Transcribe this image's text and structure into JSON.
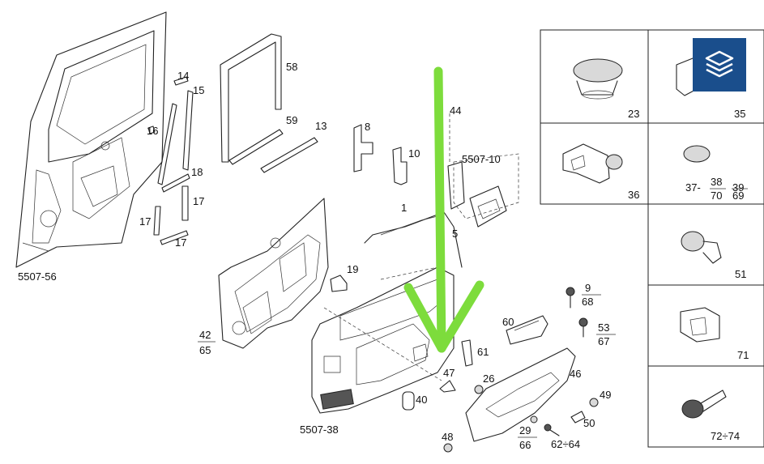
{
  "diagram": {
    "callouts": {
      "c14": "14",
      "c15": "15",
      "c16": "16",
      "c17a": "17",
      "c17b": "17",
      "c17c": "17",
      "c18": "18",
      "c58": "58",
      "c59": "59",
      "c13": "13",
      "c8": "8",
      "c10": "10",
      "c44": "44",
      "c1": "1",
      "c5": "5",
      "c19": "19",
      "c61": "61",
      "c47": "47",
      "c40": "40",
      "c26": "26",
      "c60": "60",
      "c46": "46",
      "c48": "48",
      "c49": "49",
      "c50": "50",
      "c9": "9",
      "c68": "68",
      "c53": "53",
      "c67": "67",
      "c29": "29",
      "c66": "66",
      "c6264": "62÷64",
      "c42": "42",
      "c65": "65"
    },
    "assembly_labels": {
      "door_frame": "5507-56",
      "lock_group": "5507-10",
      "door_trim": "5507-38"
    },
    "grid": {
      "g23": "23",
      "g35": "35",
      "g36": "36",
      "g37": "37-",
      "g38": "38",
      "g39": "39",
      "g70": "70",
      "g69": "69",
      "g51": "51",
      "g71": "71",
      "g7274": "72÷74"
    },
    "overlay": {
      "arrow_color": "#7ddc3c",
      "layers_button_color": "#1a4e8c",
      "layers_icon": "layers-icon"
    }
  }
}
